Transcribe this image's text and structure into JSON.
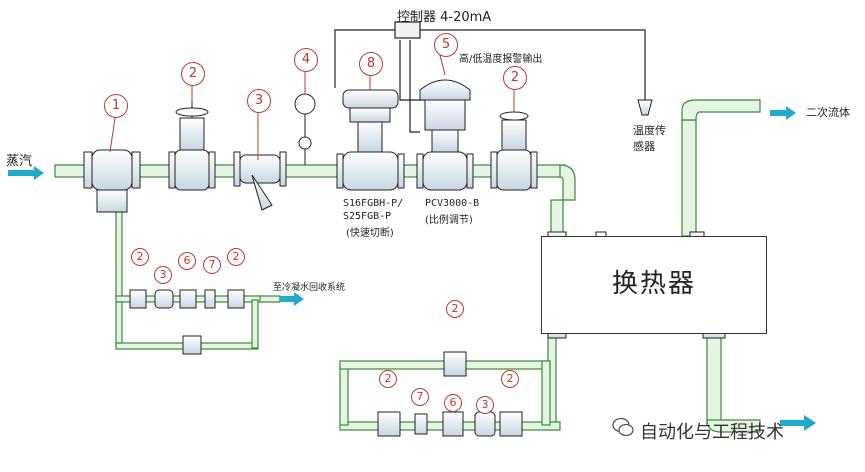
{
  "labels": {
    "controller": "控制器 4-20mA",
    "alarm": "高/低温度报警输出",
    "steam": "蒸汽",
    "secondary_fluid": "二次流体",
    "temp_sensor_1": "温度传",
    "temp_sensor_2": "感器",
    "valve_s16_1": "S16FGBH-P/",
    "valve_s16_2": "S25FGB-P",
    "valve_s16_3": "(快速切断)",
    "valve_pcv_1": "PCV3000-B",
    "valve_pcv_2": "(比例调节)",
    "condensate": "至冷凝水回收系统",
    "heat_exchanger": "换热器",
    "watermark": "自动化与工程技术"
  },
  "markers": {
    "m1": "1",
    "m2a": "2",
    "m3a": "3",
    "m4": "4",
    "m8": "8",
    "m5": "5",
    "m2b": "2",
    "m2c": "2",
    "m3b": "3",
    "m6a": "6",
    "m7a": "7",
    "m2d": "2",
    "m2e": "2",
    "m2f": "2",
    "m7b": "7",
    "m6b": "6",
    "m3c": "3",
    "m2g": "2"
  },
  "colors": {
    "pipe_fill": "#e6f4e3",
    "pipe_stroke": "#3a8a3a",
    "valve_fill": "#e8eef4",
    "valve_stroke": "#222222",
    "flow_arrow": "#22aacc",
    "marker": "#c0392b"
  }
}
